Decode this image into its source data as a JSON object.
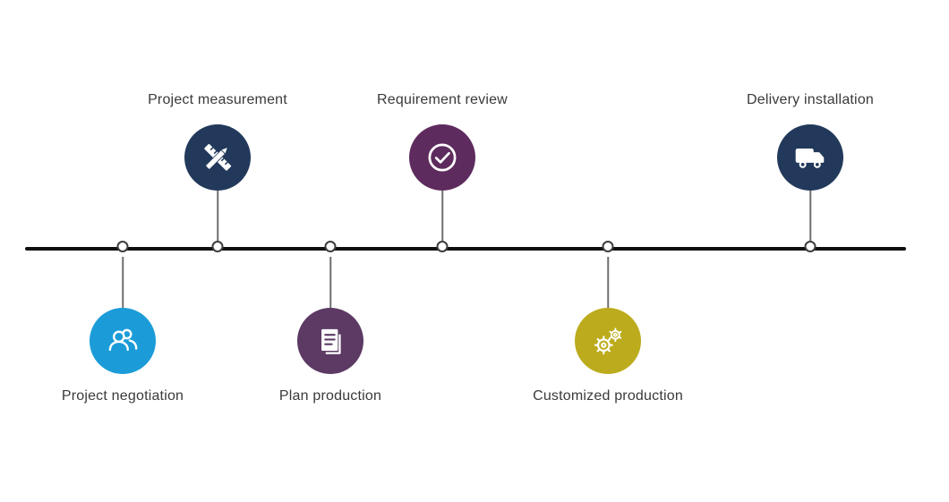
{
  "timeline": {
    "line_color": "#101010",
    "steps": [
      {
        "label": "Project negotiation",
        "position": "below",
        "color": "#1b9cd8",
        "icon": "users-icon"
      },
      {
        "label": "Project measurement",
        "position": "above",
        "color": "#22395b",
        "icon": "ruler-pencil-icon"
      },
      {
        "label": "Plan production",
        "position": "below",
        "color": "#5c3a64",
        "icon": "document-icon"
      },
      {
        "label": "Requirement review",
        "position": "above",
        "color": "#5e2b5e",
        "icon": "check-circle-icon"
      },
      {
        "label": "Customized production",
        "position": "below",
        "color": "#bcac1d",
        "icon": "gears-icon"
      },
      {
        "label": "Delivery installation",
        "position": "above",
        "color": "#22395b",
        "icon": "truck-icon"
      }
    ]
  }
}
